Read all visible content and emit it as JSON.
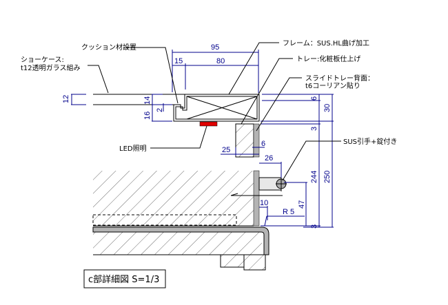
{
  "labels": {
    "cushion": "クッション材設置",
    "showcase_1": "ショーケース:",
    "showcase_2": "t12透明ガラス組み",
    "frame": "フレーム：SUS.HL曲げ加工",
    "tray": "トレー:化粧板仕上げ",
    "slide_back_1": "スライドトレー背面：",
    "slide_back_2": "t6コーリアン貼り",
    "handle": "SUS引手+錠付き",
    "led": "LED照明"
  },
  "dimensions": {
    "d95": "95",
    "d15": "15",
    "d80": "80",
    "d12": "12",
    "d14": "14",
    "d16": "16",
    "d2": "2",
    "d6a": "6",
    "d30": "30",
    "d3a": "3",
    "d6b": "6",
    "d25": "25",
    "d26": "26",
    "d244": "244",
    "d250": "250",
    "d47": "47",
    "d10": "10",
    "r5": "R 5",
    "d3b": "3"
  },
  "title": "c部詳細図 S=1/3",
  "colors": {
    "dimension": "#00008b",
    "led": "#e00000",
    "panel": "#b4b4b4"
  }
}
